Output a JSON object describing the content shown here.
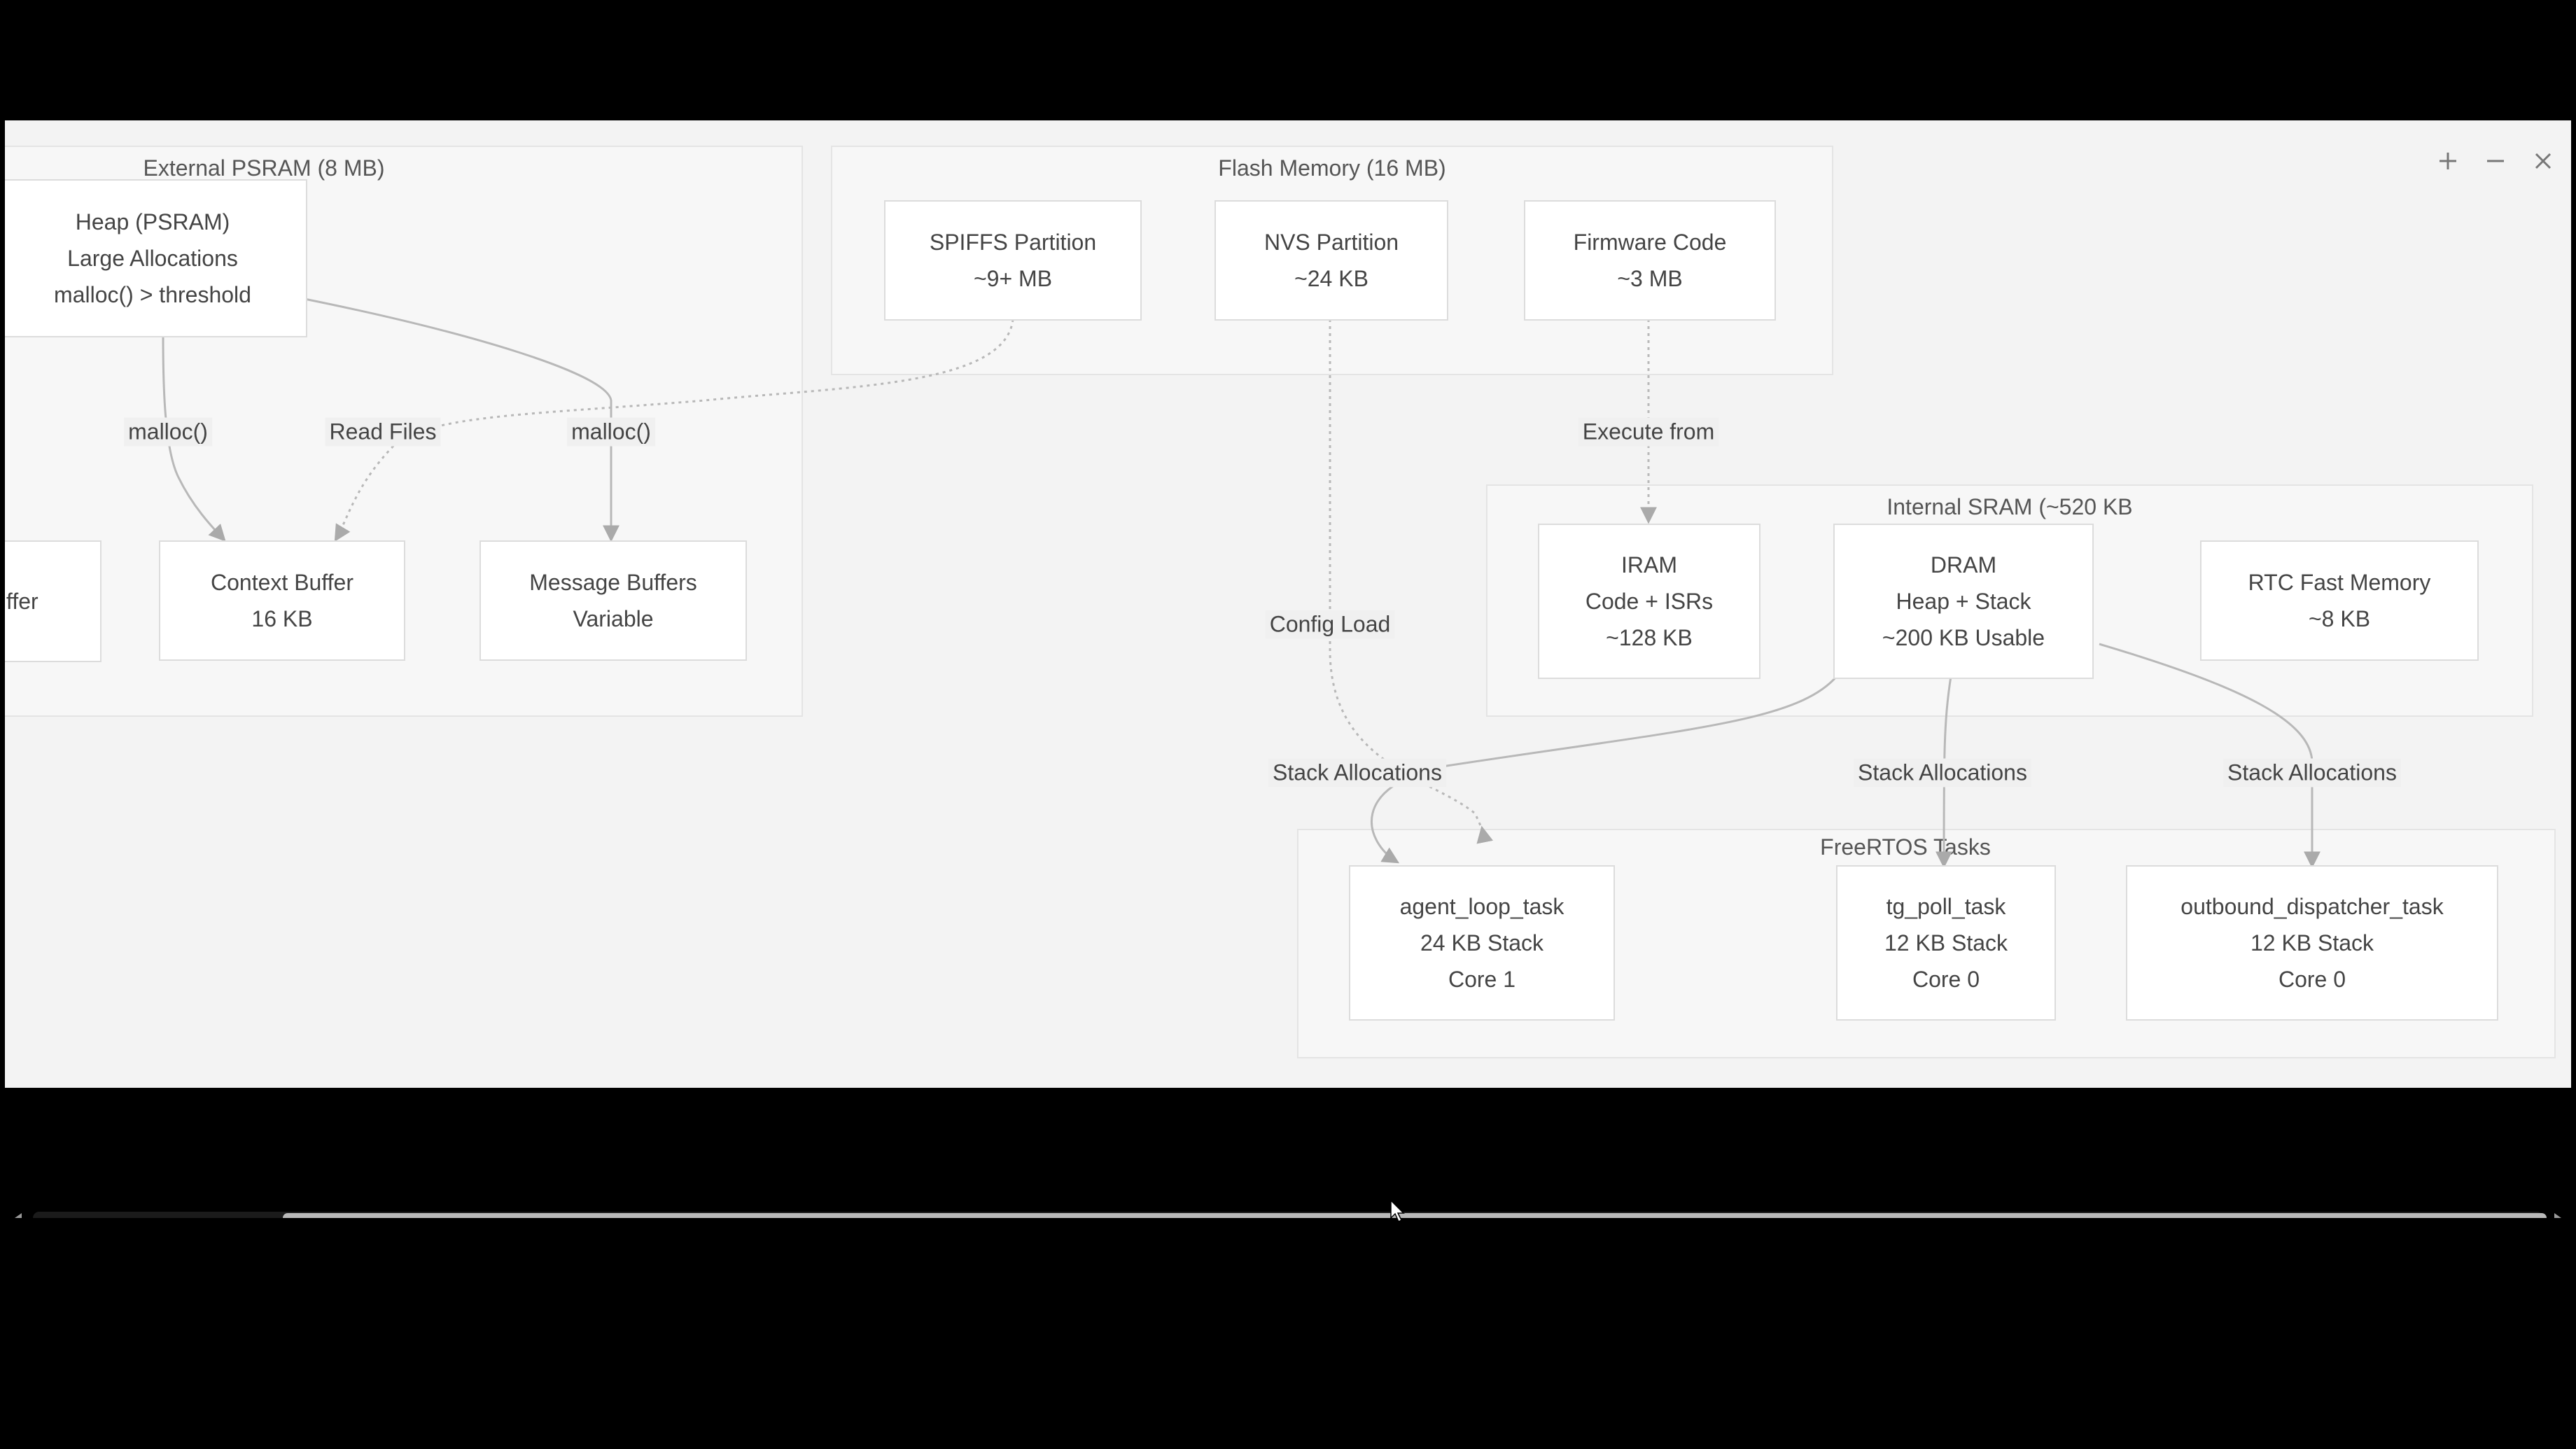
{
  "diagram": {
    "clusters": {
      "psram": "External PSRAM (8 MB)",
      "flash": "Flash Memory (16 MB)",
      "sram": "Internal SRAM (~520 KB",
      "tasks": "FreeRTOS Tasks"
    },
    "nodes": {
      "heap_psram": [
        "Heap (PSRAM)",
        "Large Allocations",
        "malloc() > threshold"
      ],
      "partial_buffer": [
        "ffer"
      ],
      "context_buffer": [
        "Context Buffer",
        "16 KB"
      ],
      "message_buffers": [
        "Message Buffers",
        "Variable"
      ],
      "spiffs": [
        "SPIFFS Partition",
        "~9+ MB"
      ],
      "nvs": [
        "NVS Partition",
        "~24 KB"
      ],
      "firmware": [
        "Firmware Code",
        "~3 MB"
      ],
      "iram": [
        "IRAM",
        "Code + ISRs",
        "~128 KB"
      ],
      "dram": [
        "DRAM",
        "Heap + Stack",
        "~200 KB Usable"
      ],
      "rtc": [
        "RTC Fast Memory",
        "~8 KB"
      ],
      "agent_loop": [
        "agent_loop_task",
        "24 KB Stack",
        "Core 1"
      ],
      "tg_poll": [
        "tg_poll_task",
        "12 KB Stack",
        "Core 0"
      ],
      "outbound": [
        "outbound_dispatcher_task",
        "12 KB Stack",
        "Core 0"
      ]
    },
    "edge_labels": {
      "malloc_left": "malloc()",
      "read_files": "Read Files",
      "malloc_right": "malloc()",
      "execute_from": "Execute from",
      "config_load": "Config Load",
      "stack_alloc_1": "Stack Allocations",
      "stack_alloc_2": "Stack Allocations",
      "stack_alloc_3": "Stack Allocations"
    }
  },
  "window_controls": {
    "zoom_in": "plus-icon",
    "zoom_out": "minus-icon",
    "close": "close-icon"
  },
  "colors": {
    "background": "#000000",
    "canvas": "#f3f3f3",
    "cluster_fill": "#f7f7f7",
    "node_fill": "#ffffff",
    "edge": "#aaaaaa",
    "text": "#444444"
  }
}
